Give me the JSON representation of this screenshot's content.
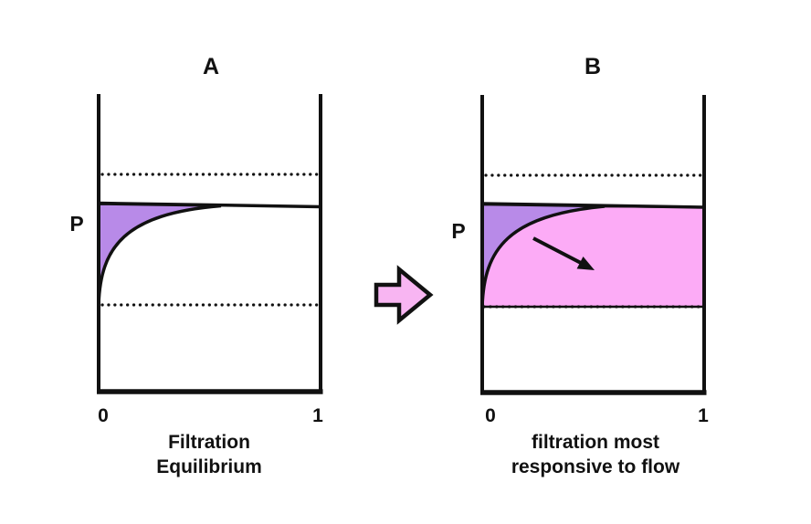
{
  "colors": {
    "purple_fill": "#b88ae8",
    "pink_fill": "#fcabf6",
    "arrow_fill": "#f8b5f2",
    "ink": "#111111"
  },
  "panels": [
    {
      "label": "A",
      "pressure_label": "P",
      "x_start_label": "0",
      "x_end_label": "1",
      "caption_line1": "Filtration",
      "caption_line2": "Equilibrium"
    },
    {
      "label": "B",
      "pressure_label": "P",
      "x_start_label": "0",
      "x_end_label": "1",
      "caption_line1": "filtration most",
      "caption_line2": "responsive to flow"
    }
  ],
  "icons": {
    "transition_arrow": "block-arrow-right",
    "flow_arrow": "arrow-down-right"
  }
}
